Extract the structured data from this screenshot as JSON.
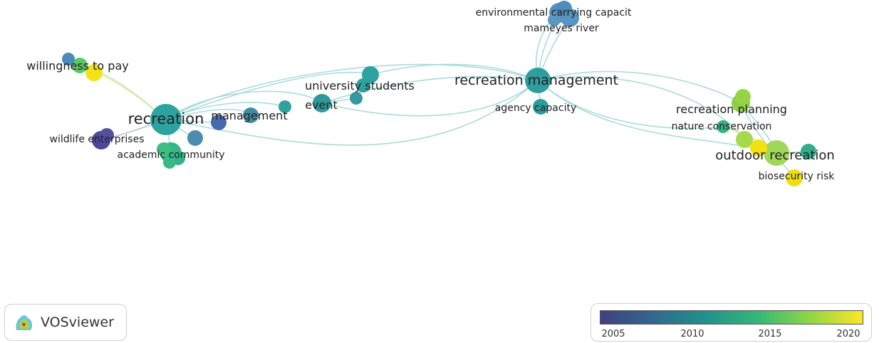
{
  "app": "VOSviewer",
  "network": {
    "node_labels": [
      "environmental carrying capacit",
      "mameyes river",
      "willingness to pay",
      "recreation management",
      "university students",
      "event",
      "recreation",
      "management",
      "agency capacity",
      "recreation planning",
      "nature conservation",
      "wildlife enterprises",
      "academic community",
      "outdoor recreation",
      "biosecurity risk"
    ]
  },
  "legend": {
    "ticks": [
      "2005",
      "2010",
      "2015",
      "2020"
    ],
    "gradient": [
      "#404080",
      "#31688e",
      "#21918c",
      "#35b779",
      "#90d743",
      "#fde725"
    ]
  },
  "colors": {
    "dark_blue": "#46418a",
    "blue": "#3b6aa6",
    "steel_blue": "#4c8fb5",
    "teal": "#2a9d9b",
    "green_teal": "#2fb38a",
    "green": "#5bc865",
    "lime": "#a2d94a",
    "yellow": "#f2e30f",
    "link": "#8fcfcf"
  }
}
